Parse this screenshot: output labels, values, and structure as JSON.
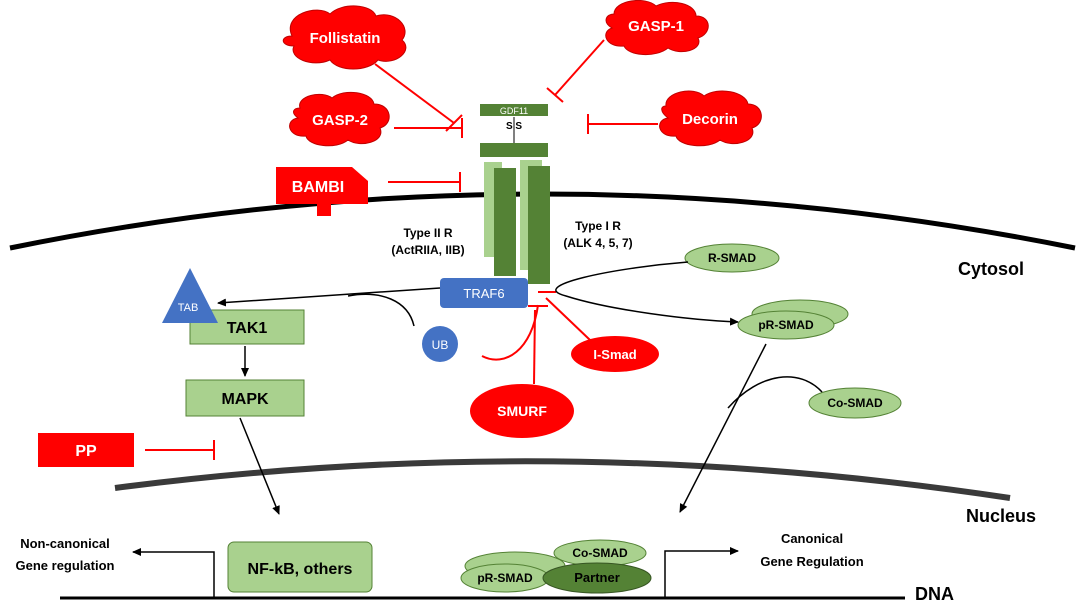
{
  "inhibitors": {
    "follistatin": "Follistatin",
    "gasp1": "GASP-1",
    "gasp2": "GASP-2",
    "decorin": "Decorin",
    "bambi": "BAMBI",
    "pp": "PP",
    "smurf": "SMURF",
    "ismad": "I-Smad"
  },
  "ligand": {
    "name": "GDF11",
    "bond": "S S"
  },
  "receptors": {
    "type2_line1": "Type II R",
    "type2_line2": "(ActRIIA, IIB)",
    "type1_line1": "Type I R",
    "type1_line2": "(ALK 4, 5, 7)"
  },
  "compartments": {
    "cytosol": "Cytosol",
    "nucleus": "Nucleus",
    "dna": "DNA"
  },
  "noncanonical": {
    "traf6": "TRAF6",
    "tab": "TAB",
    "tak1": "TAK1",
    "ub": "UB",
    "mapk": "MAPK",
    "nfkb": "NF-kB, others",
    "output_line1": "Non-canonical",
    "output_line2": "Gene regulation"
  },
  "canonical": {
    "rsmad": "R-SMAD",
    "prsmad": "pR-SMAD",
    "cosmad": "Co-SMAD",
    "nuc_cosmad": "Co-SMAD",
    "nuc_prsmad": "pR-SMAD",
    "partner": "Partner",
    "output_line1": "Canonical",
    "output_line2": "Gene Regulation"
  },
  "colors": {
    "inhibitor_red": "#ff0000",
    "receptor_dark_green": "#548235",
    "receptor_light_green": "#a9d18e",
    "box_green": "#a9d18e",
    "smad_green": "#a9d18e",
    "partner_green": "#548235",
    "traf6_blue": "#4472c4"
  }
}
